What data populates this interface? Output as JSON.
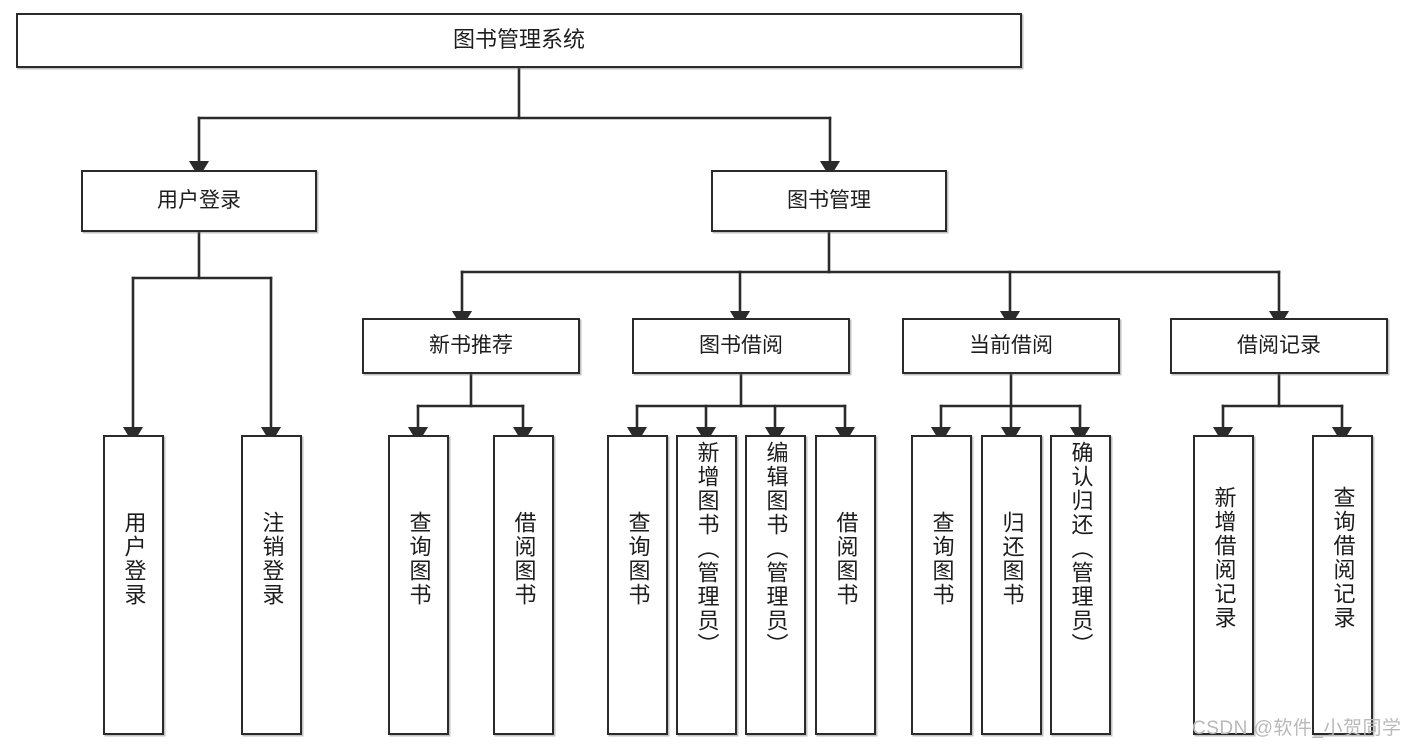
{
  "diagram": {
    "title": "图书管理系统",
    "type": "tree-hierarchy",
    "watermark": "CSDN @软件_小贺同学",
    "colors": {
      "box_border": "#2b2b2b",
      "box_fill": "#ffffff",
      "connector": "#2b2b2b",
      "text": "#1d1d1d",
      "watermark": "#b9b9b9"
    },
    "root": {
      "label": "图书管理系统"
    },
    "level2": [
      {
        "label": "用户登录"
      },
      {
        "label": "图书管理"
      }
    ],
    "level3": [
      {
        "label": "新书推荐"
      },
      {
        "label": "图书借阅"
      },
      {
        "label": "当前借阅"
      },
      {
        "label": "借阅记录"
      }
    ],
    "leaves": {
      "user_login": [
        {
          "label": "用户登录"
        },
        {
          "label": "注销登录"
        }
      ],
      "new_book_recommend": [
        {
          "label": "查询图书"
        },
        {
          "label": "借阅图书"
        }
      ],
      "book_borrow": [
        {
          "label": "查询图书"
        },
        {
          "label": "新增图书（管理员）"
        },
        {
          "label": "编辑图书（管理员）"
        },
        {
          "label": "借阅图书"
        }
      ],
      "current_borrow": [
        {
          "label": "查询图书"
        },
        {
          "label": "归还图书"
        },
        {
          "label": "确认归还（管理员）"
        }
      ],
      "borrow_record": [
        {
          "label": "新增借阅记录"
        },
        {
          "label": "查询借阅记录"
        }
      ]
    }
  }
}
